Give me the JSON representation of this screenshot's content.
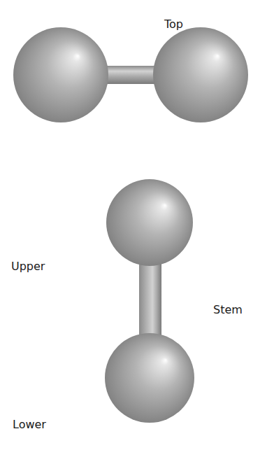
{
  "diagram": {
    "labels": [
      "Top",
      "Upper",
      "Stem",
      "Lower"
    ]
  }
}
